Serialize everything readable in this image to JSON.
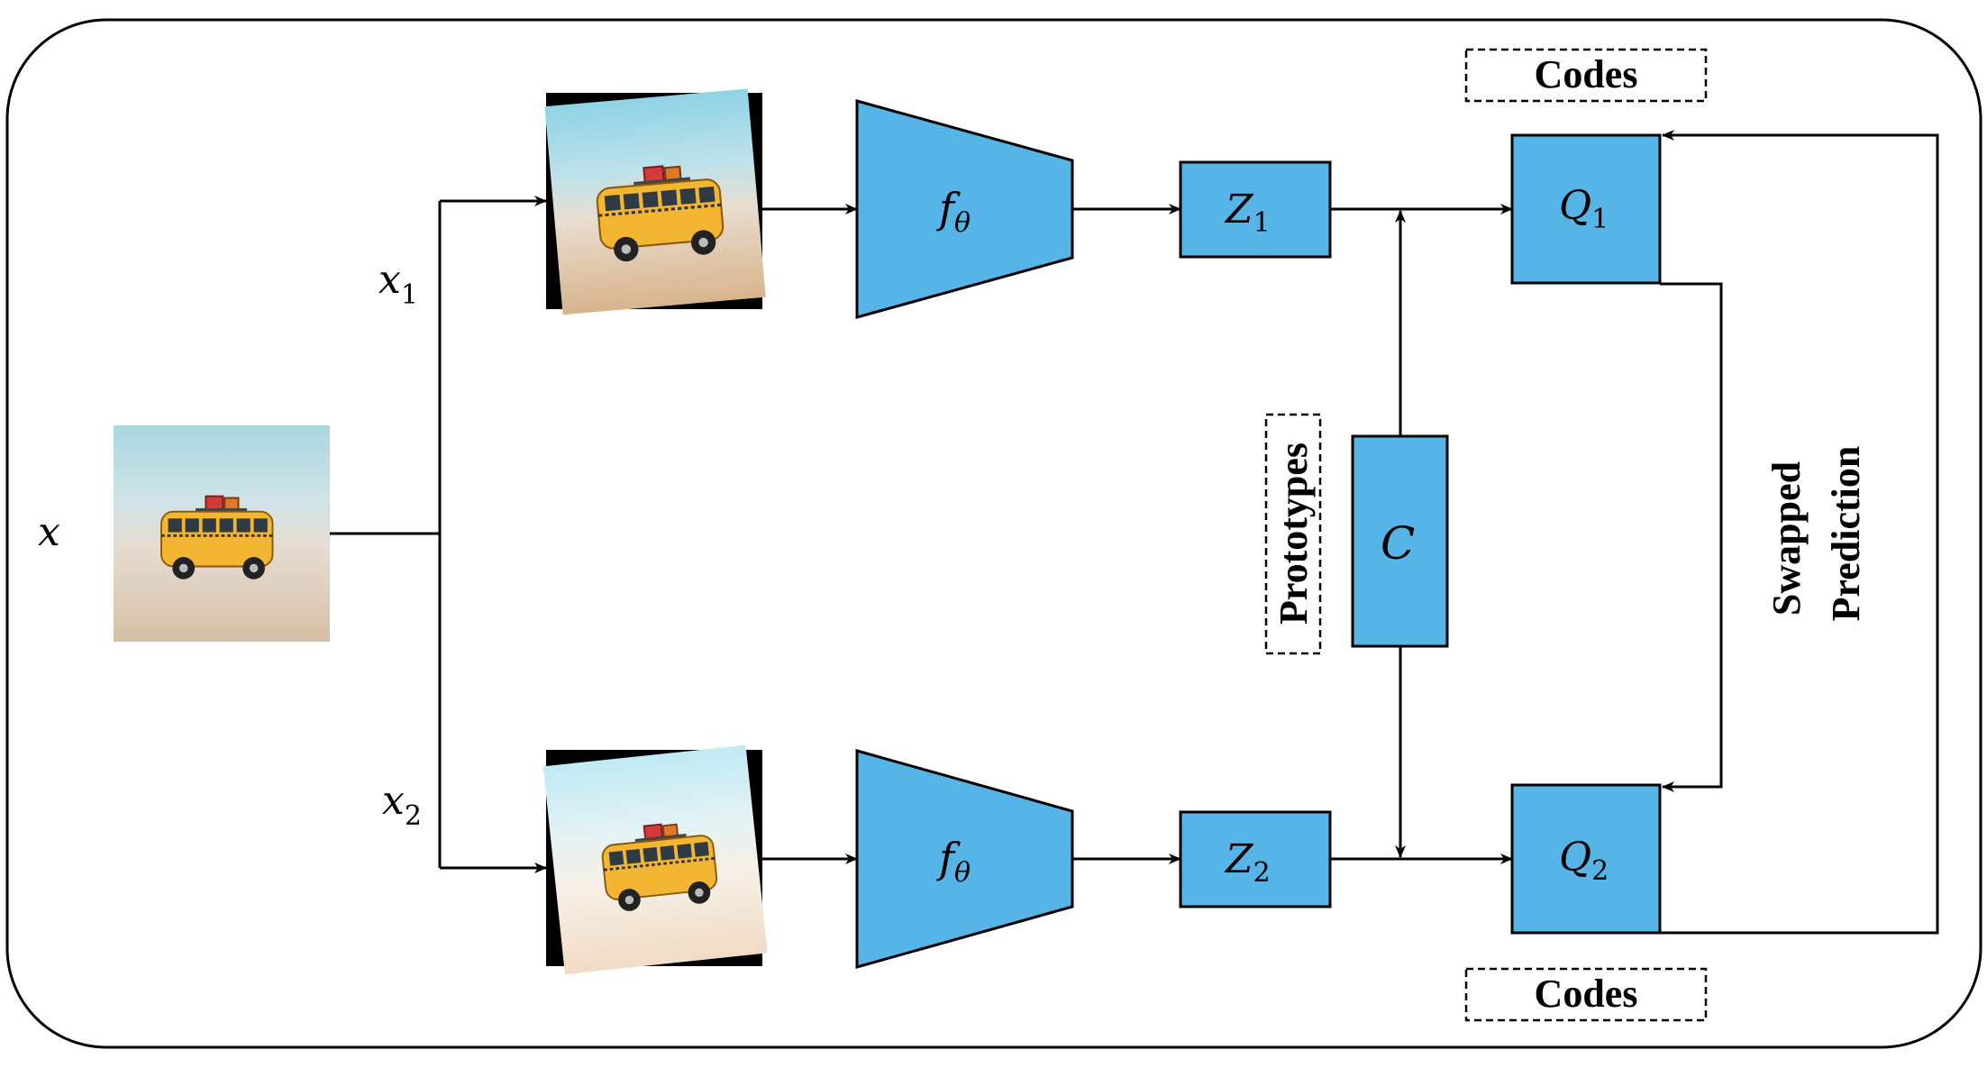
{
  "colors": {
    "block_fill": "#56b4e6",
    "stroke": "#000000",
    "background": "#ffffff"
  },
  "labels": {
    "x": "x",
    "x1_base": "x",
    "x1_sub": "1",
    "x2_base": "x",
    "x2_sub": "2",
    "encoder1_base": "f",
    "encoder1_sub": "θ",
    "encoder2_base": "f",
    "encoder2_sub": "θ",
    "z1_base": "Z",
    "z1_sub": "1",
    "z2_base": "Z",
    "z2_sub": "2",
    "q1_base": "Q",
    "q1_sub": "1",
    "q2_base": "Q",
    "q2_sub": "2",
    "c": "C",
    "codes_top": "Codes",
    "codes_bottom": "Codes",
    "prototypes": "Prototypes",
    "swapped_line1": "Swapped",
    "swapped_line2": "Prediction"
  },
  "images": {
    "original": "toy-bus-photo",
    "view1": "toy-bus-augmented-view-1",
    "view2": "toy-bus-augmented-view-2"
  }
}
